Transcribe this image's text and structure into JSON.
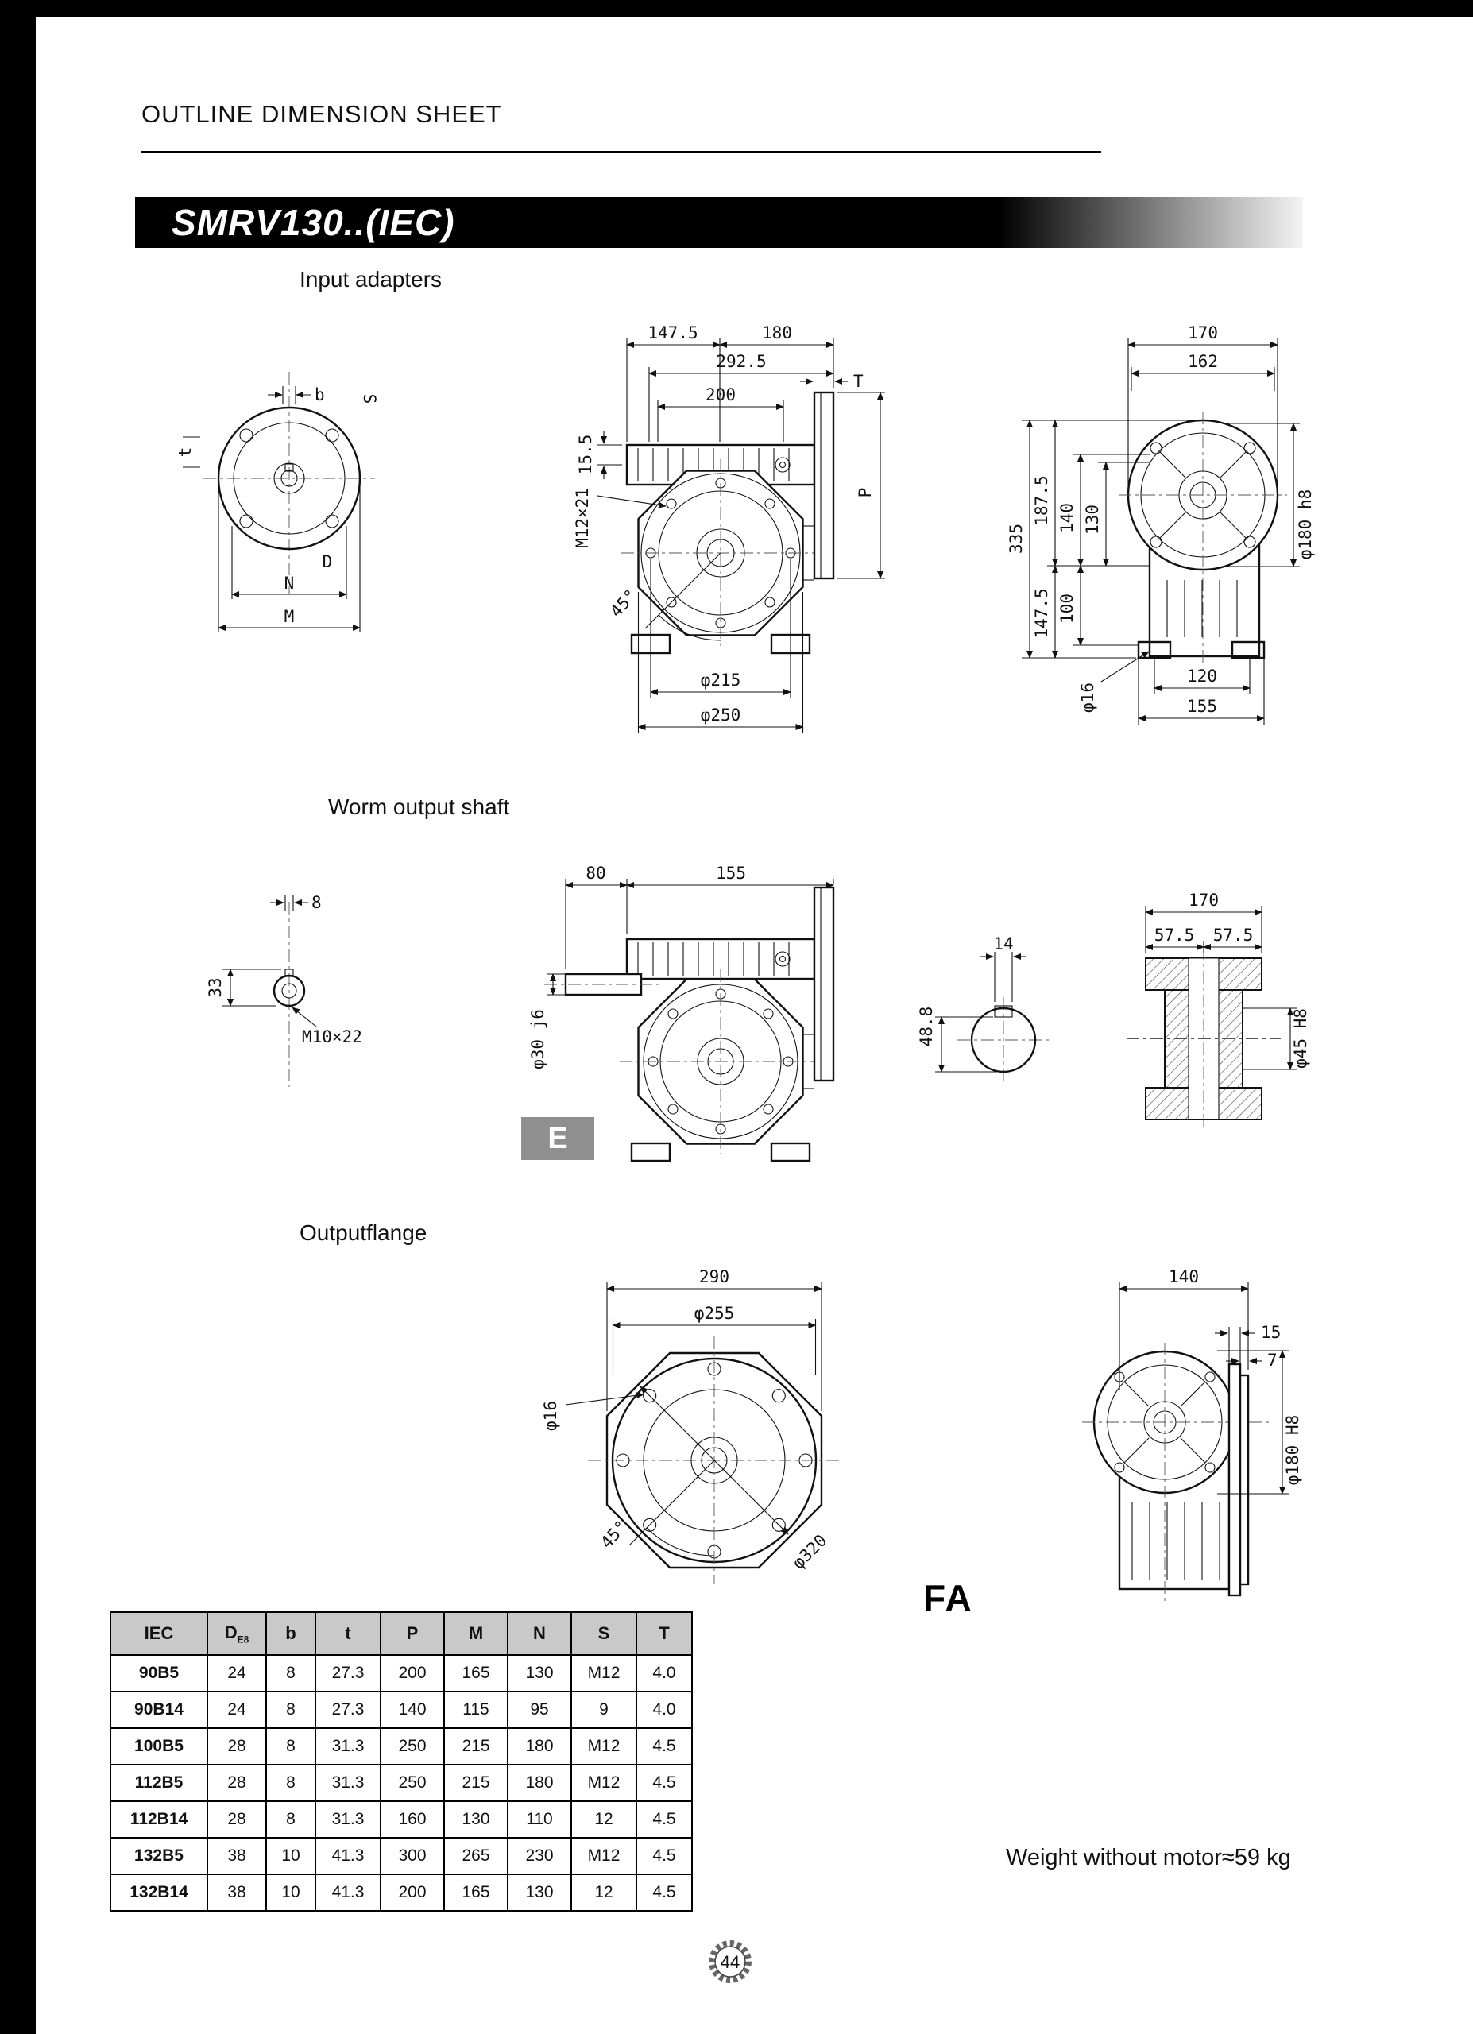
{
  "page": {
    "header": "OUTLINE DIMENSION SHEET",
    "title": "SMRV130..(IEC)",
    "weight_note": "Weight without motor≈59 kg",
    "page_number": "44"
  },
  "input_adapters": {
    "label": "Input adapters",
    "flange": {
      "b": "b",
      "s": "S",
      "t": "t",
      "d": "D",
      "n": "N",
      "m": "M"
    },
    "front": {
      "w147": "147.5",
      "w180": "180",
      "w292": "292.5",
      "w200": "200",
      "t": "T",
      "h155": "15.5",
      "thread": "M12×21",
      "p": "P",
      "angle": "45°",
      "d215": "φ215",
      "d250": "φ250"
    },
    "side": {
      "w170": "170",
      "w162": "162",
      "h335": "335",
      "h187": "187.5",
      "h147": "147.5",
      "h140": "140",
      "h130": "130",
      "h100": "100",
      "d180": "φ180 h8",
      "d16": "φ16",
      "w120": "120",
      "w155": "155"
    }
  },
  "worm_shaft": {
    "label": "Worm output shaft",
    "key": {
      "w8": "8",
      "h33": "33",
      "thread": "M10×22"
    },
    "front": {
      "w80": "80",
      "w155": "155",
      "d30": "φ30 j6",
      "tag": "E"
    },
    "shaft": {
      "w14": "14",
      "h48": "48.8",
      "w170": "170",
      "w57a": "57.5",
      "w57b": "57.5",
      "d45": "φ45 H8"
    }
  },
  "output_flange": {
    "label": "Outputflange",
    "front": {
      "w290": "290",
      "d255": "φ255",
      "d16": "φ16",
      "angle": "45°",
      "d320": "φ320"
    },
    "side": {
      "w140": "140",
      "w15": "15",
      "w7": "7",
      "d180": "φ180 H8",
      "tag": "FA"
    }
  },
  "table": {
    "headers": [
      "IEC",
      "D",
      "b",
      "t",
      "P",
      "M",
      "N",
      "S",
      "T"
    ],
    "header_subscripts": {
      "1": "E8"
    },
    "rows": [
      [
        "90B5",
        "24",
        "8",
        "27.3",
        "200",
        "165",
        "130",
        "M12",
        "4.0"
      ],
      [
        "90B14",
        "24",
        "8",
        "27.3",
        "140",
        "115",
        "95",
        "9",
        "4.0"
      ],
      [
        "100B5",
        "28",
        "8",
        "31.3",
        "250",
        "215",
        "180",
        "M12",
        "4.5"
      ],
      [
        "112B5",
        "28",
        "8",
        "31.3",
        "250",
        "215",
        "180",
        "M12",
        "4.5"
      ],
      [
        "112B14",
        "28",
        "8",
        "31.3",
        "160",
        "130",
        "110",
        "12",
        "4.5"
      ],
      [
        "132B5",
        "38",
        "10",
        "41.3",
        "300",
        "265",
        "230",
        "M12",
        "4.5"
      ],
      [
        "132B14",
        "38",
        "10",
        "41.3",
        "200",
        "165",
        "130",
        "12",
        "4.5"
      ]
    ]
  }
}
